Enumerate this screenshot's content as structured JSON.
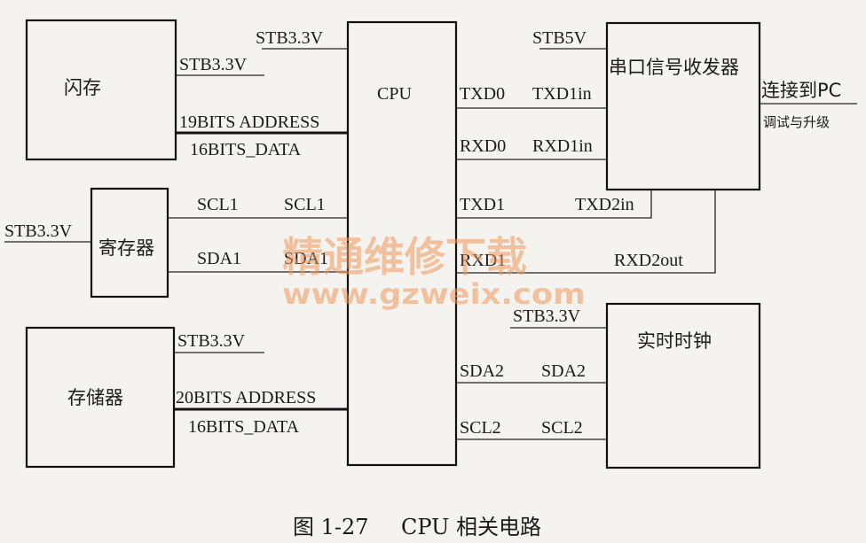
{
  "blocks": {
    "flash": "闪存",
    "cpu": "CPU",
    "serial": "串口信号收发器",
    "register": "寄存器",
    "storage": "存储器",
    "rtc": "实时时钟"
  },
  "signals": {
    "cpu_stb": "STB3.3V",
    "flash_stb": "STB3.3V",
    "flash_addr": "19BITS ADDRESS",
    "flash_data": "16BITS_DATA",
    "serial_stb": "STB5V",
    "txd0": "TXD0",
    "txd1in": "TXD1in",
    "rxd0": "RXD0",
    "rxd1in": "RXD1in",
    "txd1": "TXD1",
    "txd2in": "TXD2in",
    "rxd1": "RXD1",
    "rxd2out": "RXD2out",
    "reg_stb": "STB3.3V",
    "scl1_left": "SCL1",
    "scl1_right": "SCL1",
    "sda1_left": "SDA1",
    "sda1_right": "SDA1",
    "storage_stb": "STB3.3V",
    "storage_addr": "20BITS ADDRESS",
    "storage_data": "16BITS_DATA",
    "rtc_stb": "STB3.3V",
    "sda2_left": "SDA2",
    "sda2_right": "SDA2",
    "scl2_left": "SCL2",
    "scl2_right": "SCL2"
  },
  "pc_link": {
    "line1": "连接到PC",
    "line2": "调试与升级"
  },
  "watermark": {
    "cn": "精通维修下载",
    "url": "www.gzweix.com"
  },
  "caption": {
    "number": "图 1-27",
    "title": "CPU 相关电路"
  }
}
